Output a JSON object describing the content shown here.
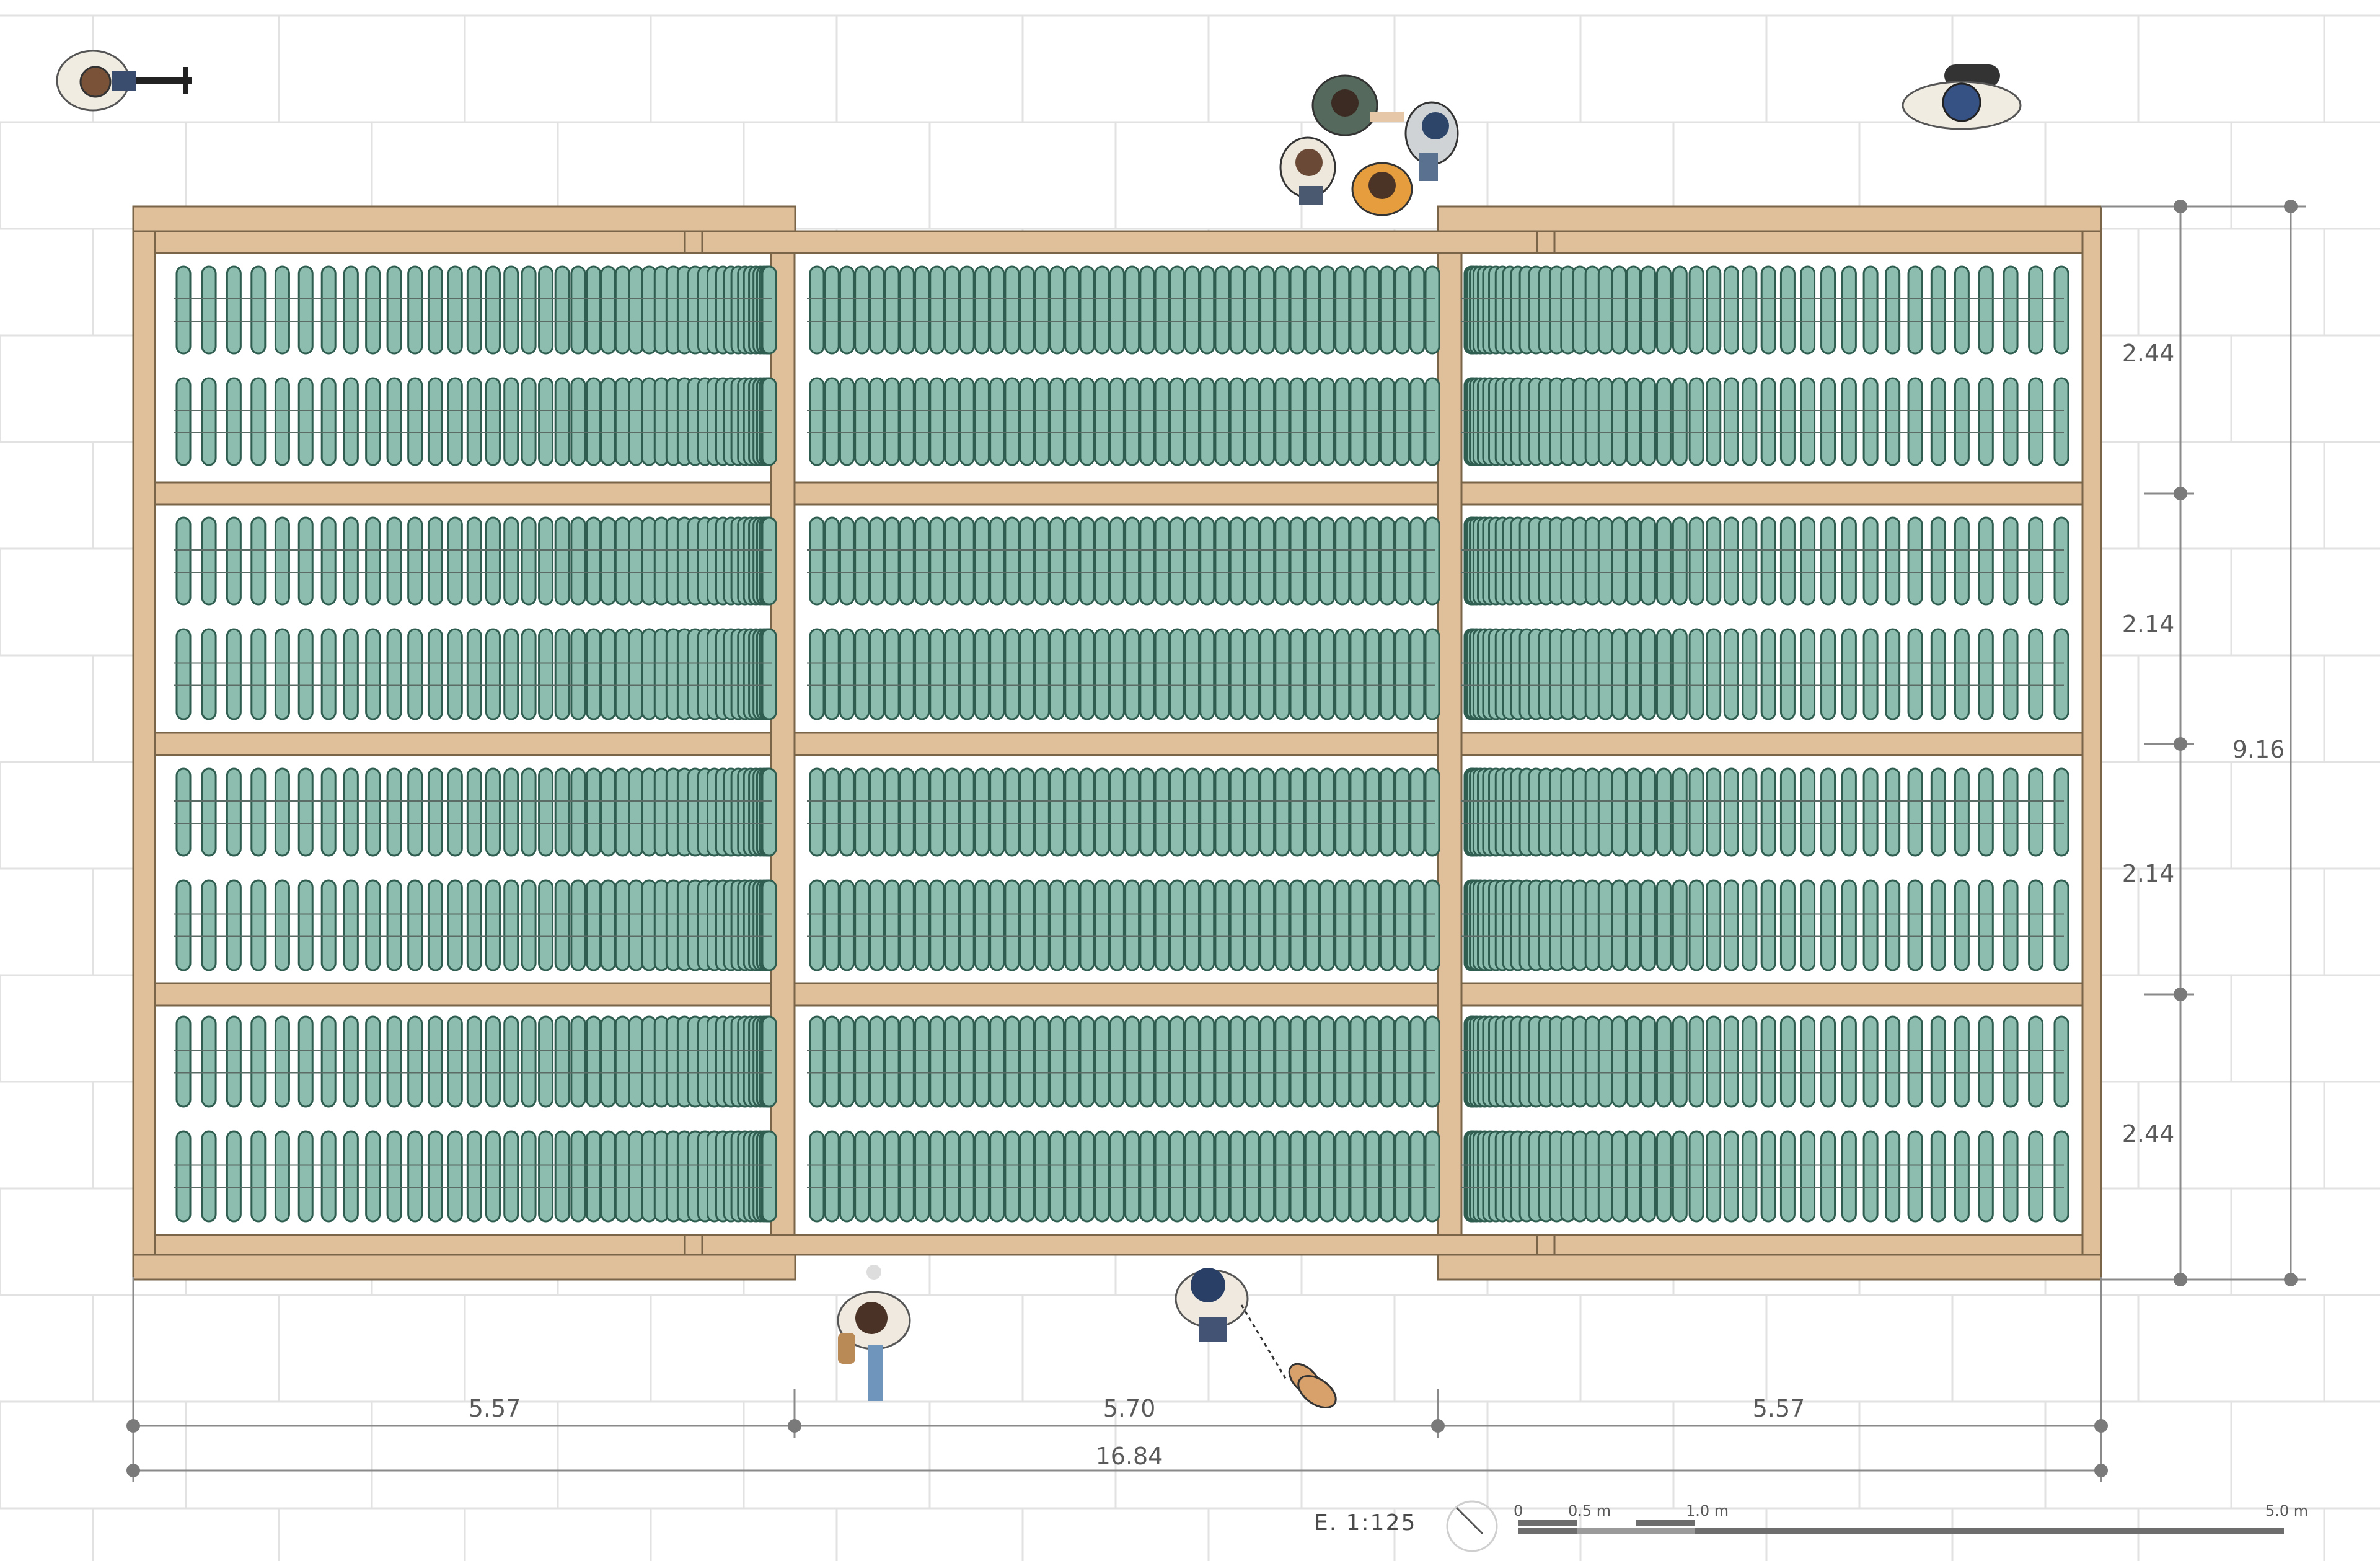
{
  "dimensions": {
    "bottom": {
      "left": "5.57",
      "center": "5.70",
      "right": "5.57",
      "total": "16.84"
    },
    "right": {
      "top": "2.44",
      "upper_mid": "2.14",
      "lower_mid": "2.14",
      "bottom": "2.44",
      "total": "9.16"
    }
  },
  "scale": {
    "label": "E. 1:125",
    "ticks": {
      "t0": "0",
      "t05": "0.5 m",
      "t1": "1.0 m",
      "t5": "5.0 m"
    }
  },
  "colors": {
    "timber": "#dfc09b",
    "bicycle": "#8dbdae",
    "bicycle_dark": "#2f5e51",
    "paving_line": "#e2e2e2",
    "dimension_line": "#8a8a8a"
  }
}
